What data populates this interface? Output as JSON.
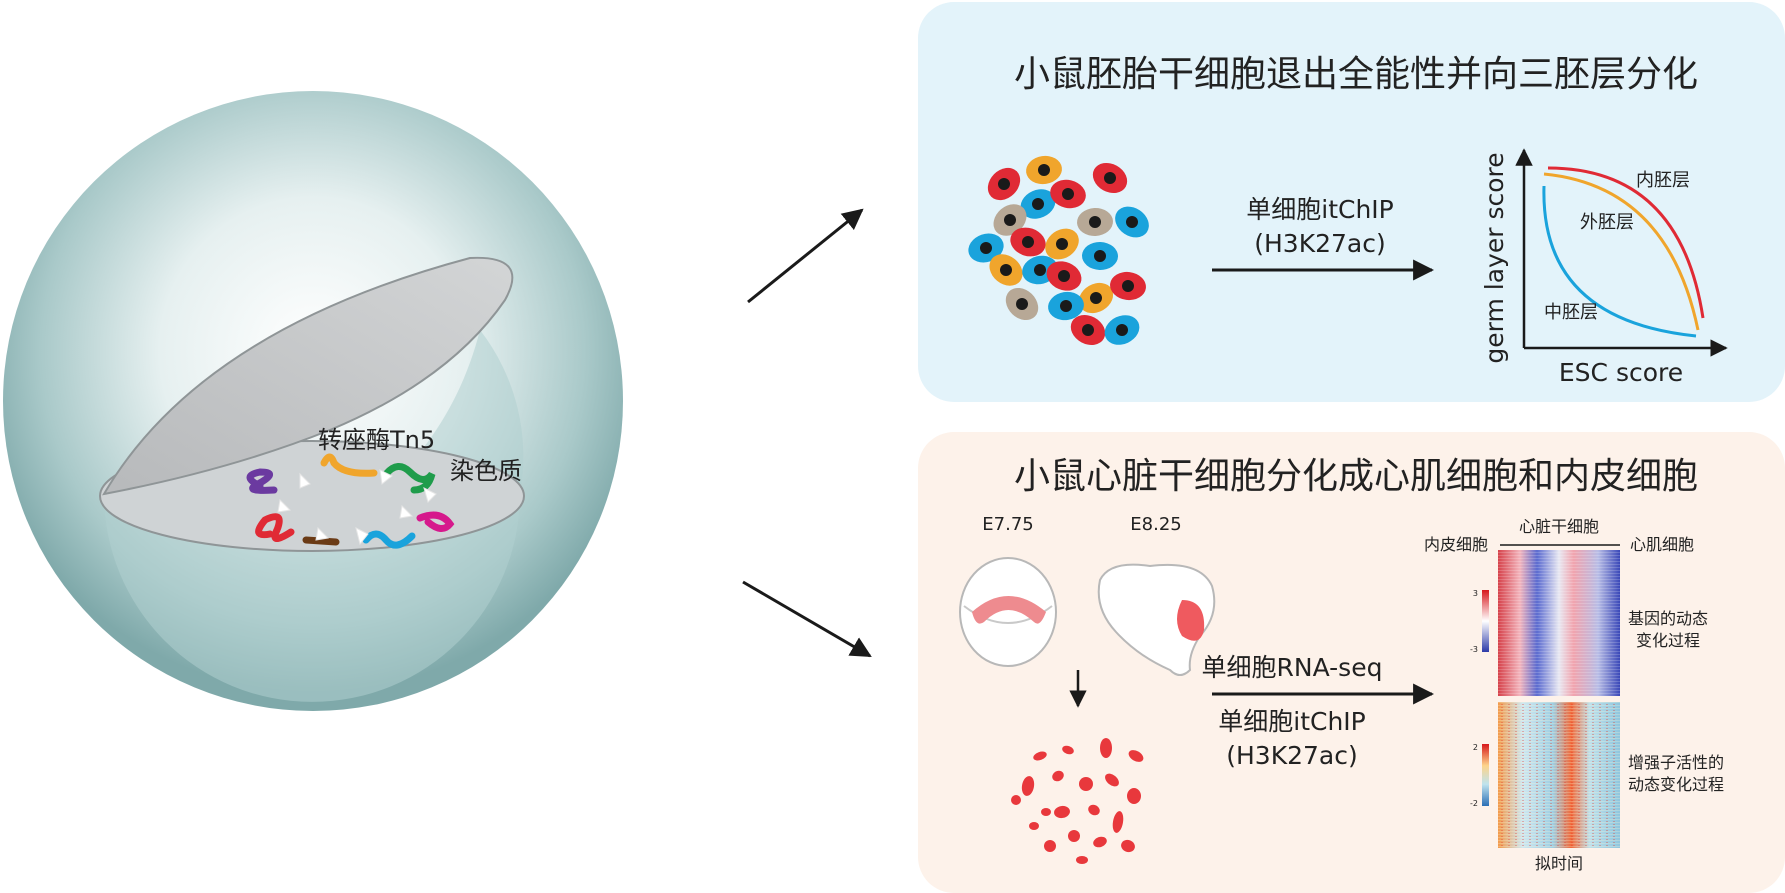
{
  "left": {
    "tn5_label": "转座酶Tn5",
    "chromatin_label": "染色质"
  },
  "top_panel": {
    "title": "小鼠胚胎干细胞退出全能性并向三胚层分化",
    "method_line1": "单细胞itChIP",
    "method_line2": "(H3K27ac)",
    "graph": {
      "y_axis": "germ layer score",
      "x_axis": "ESC score",
      "curve_labels": [
        "内胚层",
        "外胚层",
        "中胚层"
      ]
    },
    "colors": {
      "background": "#e3f3fa",
      "endoderm": "#e02a35",
      "ectoderm": "#f0a52c",
      "mesoderm": "#1aa3dc"
    }
  },
  "bottom_panel": {
    "title": "小鼠心脏干细胞分化成心肌细胞和内皮细胞",
    "stage1": "E7.75",
    "stage2": "E8.25",
    "method_a": "单细胞RNA-seq",
    "method_b_line1": "单细胞itChIP",
    "method_b_line2": "(H3K27ac)",
    "heatmap": {
      "top_center": "心脏干细胞",
      "left_end": "内皮细胞",
      "right_end": "心肌细胞",
      "upper_scale_max": "3",
      "upper_scale_min": "-3",
      "lower_scale_max": "2",
      "lower_scale_min": "-2",
      "upper_note_line1": "基因的动态",
      "upper_note_line2": "变化过程",
      "lower_note_line1": "增强子活性的",
      "lower_note_line2": "动态变化过程",
      "bottom_label": "拟时间"
    },
    "colors": {
      "background": "#fdf2ea",
      "cell": "#e8383c"
    }
  }
}
